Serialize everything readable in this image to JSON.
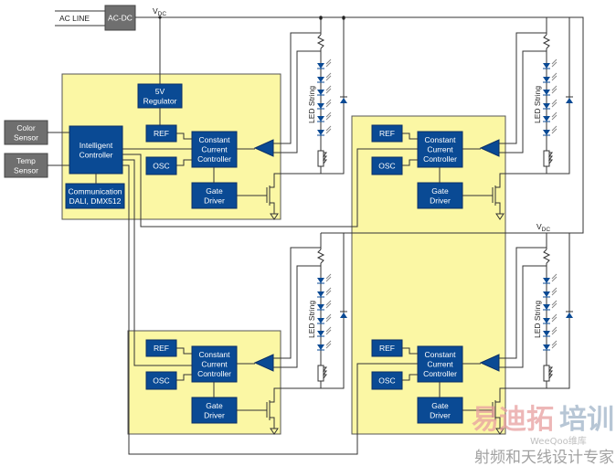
{
  "title": "Intelligent LED lighting system block diagram",
  "power": {
    "ac_line": "AC LINE",
    "ac_dc": "AC-DC",
    "vdc_main": "V",
    "vdc_sub": "DC"
  },
  "controller": {
    "regulator": [
      "5V",
      "Regulator"
    ],
    "intelligent_controller": [
      "Intelligent",
      "Controller"
    ],
    "communication": [
      "Communication",
      "DALI, DMX512"
    ],
    "color_sensor": [
      "Color",
      "Sensor"
    ],
    "temp_sensor": [
      "Temp",
      "Sensor"
    ]
  },
  "module": {
    "ref": "REF",
    "osc": "OSC",
    "constant_current_controller": [
      "Constant",
      "Current",
      "Controller"
    ],
    "gate_driver": [
      "Gate",
      "Driver"
    ],
    "led_string": "LED String",
    "count": 4
  },
  "watermark": {
    "brand_red": "易迪拓",
    "brand_blue": "培训",
    "tagline": "射频和天线设计专家",
    "faint": "WeeQoo维库"
  },
  "colors": {
    "block": "#0a4a94",
    "panel": "#fbf7a4",
    "sensor": "#6f6f6f"
  }
}
